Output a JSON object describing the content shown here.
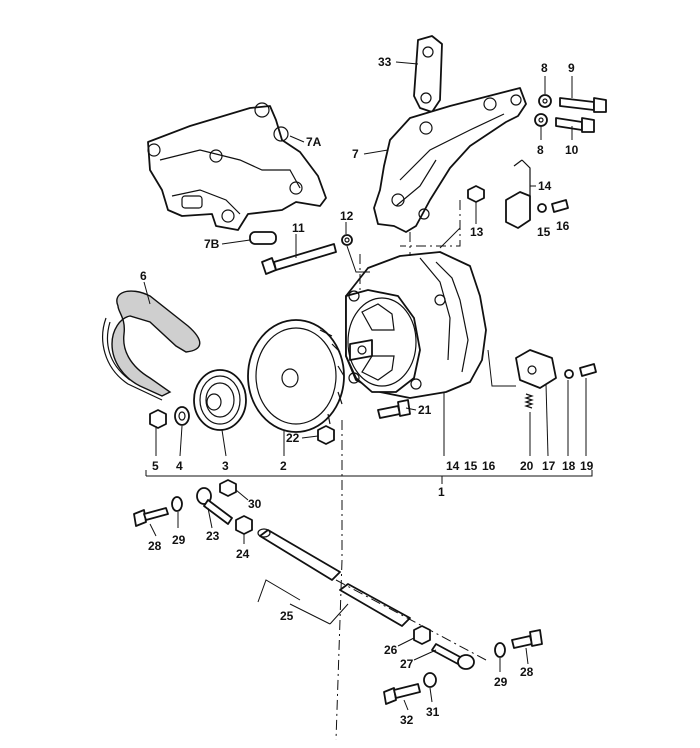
{
  "labels": {
    "l33": "33",
    "l8a": "8",
    "l9": "9",
    "l8b": "8",
    "l10": "10",
    "l7A": "7A",
    "l7": "7",
    "l14a": "14",
    "l12": "12",
    "l13": "13",
    "l15a": "15",
    "l16a": "16",
    "l7B": "7B",
    "l11": "11",
    "l6": "6",
    "l21": "21",
    "l22": "22",
    "l5": "5",
    "l4": "4",
    "l3": "3",
    "l2": "2",
    "l14b": "14",
    "l15b": "15",
    "l16b": "16",
    "l20": "20",
    "l17": "17",
    "l18": "18",
    "l19": "19",
    "l1": "1",
    "l30": "30",
    "l28a": "28",
    "l29a": "29",
    "l23": "23",
    "l24": "24",
    "l25": "25",
    "l26": "26",
    "l27": "27",
    "l28b": "28",
    "l29b": "29",
    "l32": "32",
    "l31": "31"
  }
}
